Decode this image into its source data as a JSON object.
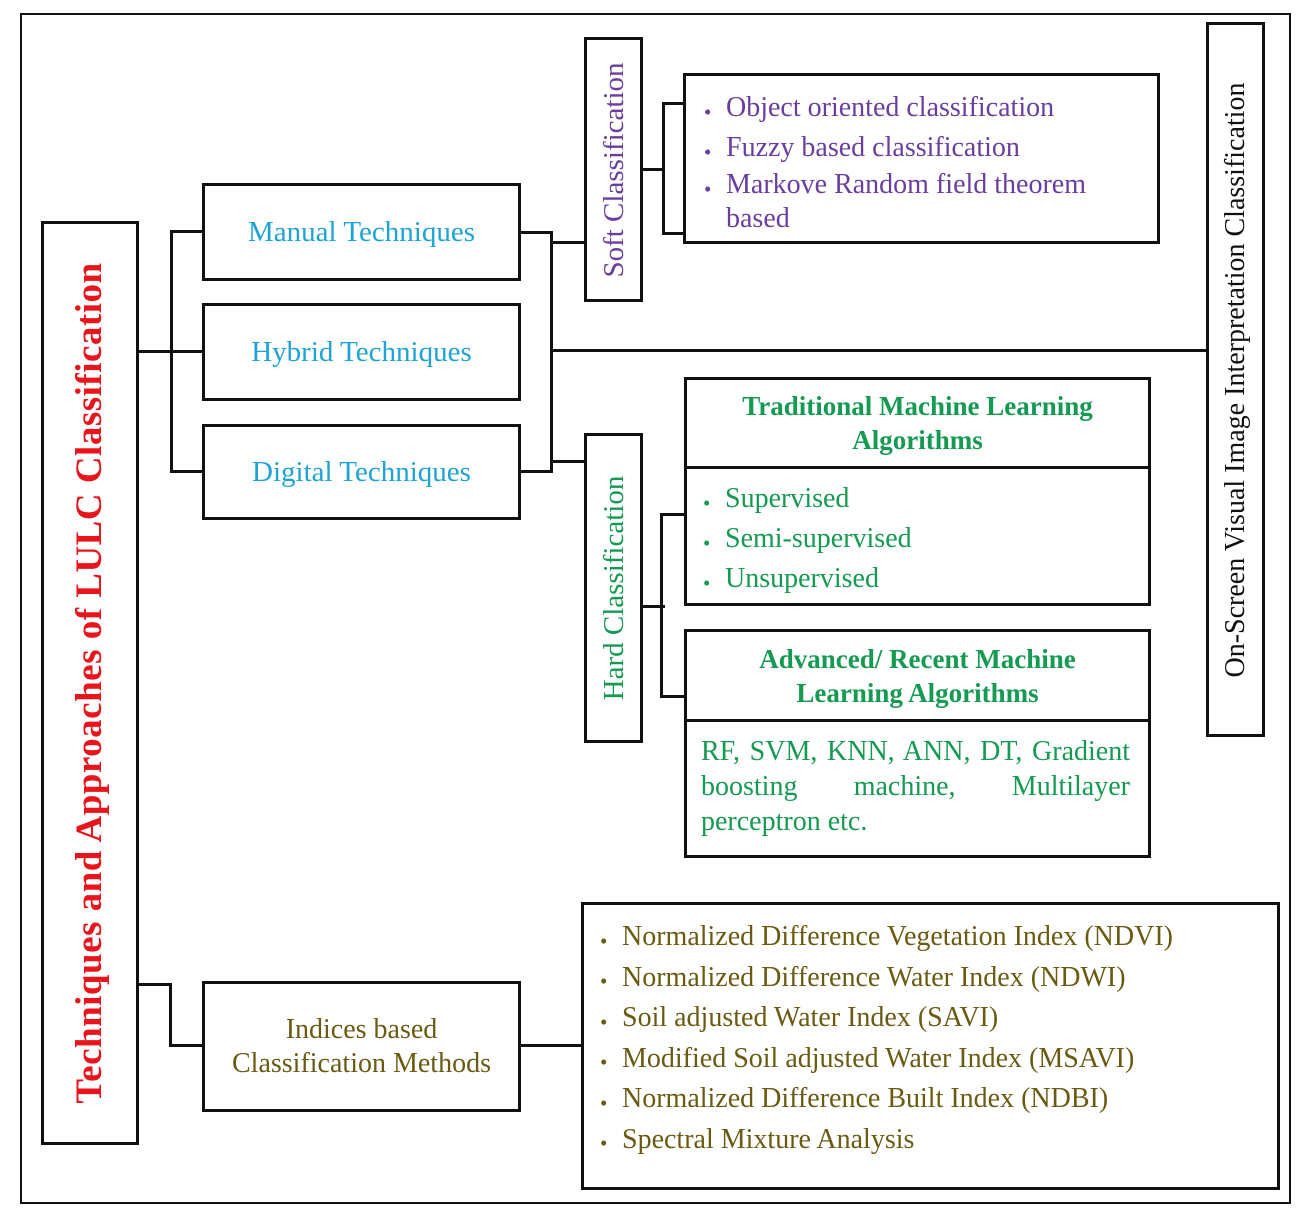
{
  "diagram": {
    "title": "Techniques and Approaches of LULC Classification",
    "techniques": [
      {
        "label": "Manual Techniques"
      },
      {
        "label": "Hybrid Techniques"
      },
      {
        "label": "Digital Techniques"
      }
    ],
    "soft_classification": {
      "label": "Soft Classification",
      "items": [
        "Object oriented classification",
        "Fuzzy based classification",
        "Markove Random field theorem based"
      ]
    },
    "onscreen_classification": {
      "label": "On-Screen Visual Image Interpretation Classification"
    },
    "hard_classification": {
      "label": "Hard Classification",
      "traditional": {
        "heading": "Traditional Machine Learning Algorithms",
        "items": [
          "Supervised",
          "Semi-supervised",
          "Unsupervised"
        ]
      },
      "advanced": {
        "heading": "Advanced/ Recent Machine Learning Algorithms",
        "body": "RF, SVM, KNN, ANN, DT, Gradient boosting machine, Multilayer perceptron etc."
      }
    },
    "indices": {
      "label": "Indices based Classification Methods",
      "items": [
        "Normalized Difference Vegetation Index (NDVI)",
        "Normalized Difference Water Index (NDWI)",
        "Soil adjusted Water Index (SAVI)",
        "Modified Soil adjusted Water Index (MSAVI)",
        "Normalized Difference Built Index (NDBI)",
        "Spectral Mixture Analysis"
      ]
    },
    "colors": {
      "title": "#e8161c",
      "techniques": "#1ea3d8",
      "soft": "#6a3ea1",
      "hard": "#159a52",
      "indices": "#6b5a12",
      "lines": "#111111"
    }
  }
}
